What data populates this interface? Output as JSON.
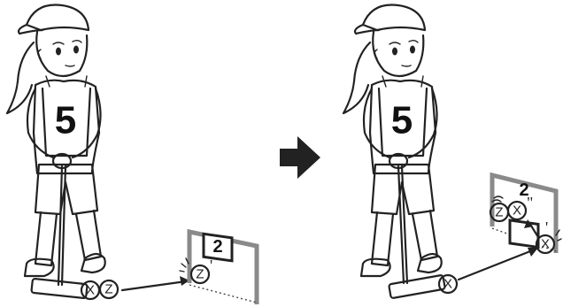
{
  "illustration": {
    "left_scene": {
      "player_bib": "5",
      "balls": [
        "X",
        "Z"
      ],
      "hit_ball": "Z",
      "hit_ball_mark": "'",
      "gate_number": "2"
    },
    "right_scene": {
      "player_bib": "5",
      "start_ball": "X",
      "bounce_ball": "X",
      "bounce_ball_mark": "'",
      "gate_balls": [
        "Z",
        "X"
      ],
      "gate_ball_mark": "\"",
      "gate_number": "2"
    },
    "arrow_icon": "right-arrow-icon"
  }
}
